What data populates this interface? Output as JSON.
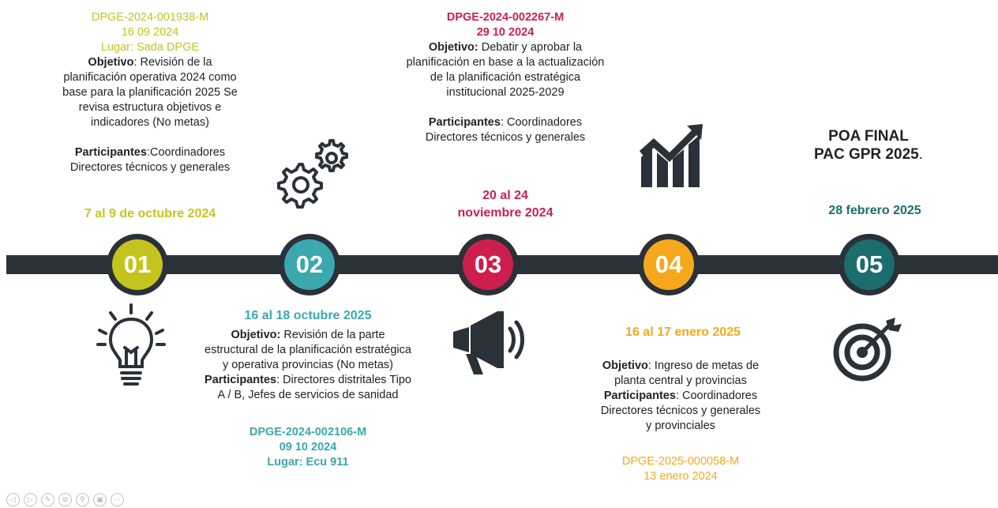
{
  "colors": {
    "lime": "#c5c41e",
    "teal": "#3aa8ad",
    "crimson": "#cc1f4e",
    "amber": "#f5a81c",
    "darkteal": "#1b6d6e",
    "bar": "#2b3138"
  },
  "s1": {
    "memo": "DPGE-2024-001938-M",
    "date": "16 09 2024",
    "place": "Lugar: Sada DPGE",
    "obj_label": "Objetivo",
    "obj_lines": [
      ": Revisión  de la",
      "planificación operativa 2024  como",
      "base para la planificación 2025 Se",
      "revisa estructura objetivos e",
      "indicadores (No  metas)"
    ],
    "part_label": "Participantes",
    "part_lines": [
      ":Coordinadores",
      "Directores técnicos y generales"
    ],
    "range": "7 al 9 de octubre 2024",
    "num": "01"
  },
  "s2": {
    "range": "16 al 18 octubre 2025",
    "obj_label": "Objetivo:",
    "obj_lines": [
      " Revisión de la parte",
      "estructural de la planificación estratégica",
      "y operativa provincias (No  metas)"
    ],
    "part_label": "Participantes",
    "part_lines": [
      ": Directores distritales Tipo",
      "A / B, Jefes de servicios de sanidad"
    ],
    "memo": "DPGE-2024-002106-M",
    "date": "09 10 2024",
    "place": "Lugar: Ecu 911",
    "num": "02"
  },
  "s3": {
    "memo": "DPGE-2024-002267-M",
    "date": "29 10 2024",
    "obj_label": "Objetivo:",
    "obj_lines": [
      " Debatir y aprobar la",
      "planificación en base a la actualización",
      "de la planificación estratégica",
      "institucional 2025-2029"
    ],
    "part_label": "Participantes",
    "part_lines": [
      ": Coordinadores",
      "Directores técnicos y generales"
    ],
    "range_lines": [
      "20 al 24",
      "noviembre 2024"
    ],
    "num": "03"
  },
  "s4": {
    "range": "16 al 17 enero 2025",
    "obj_label": "Objetivo",
    "obj_lines": [
      ": Ingreso de metas de",
      "planta central y provincias"
    ],
    "part_label": "Participantes",
    "part_lines": [
      ": Coordinadores",
      "Directores técnicos y generales",
      "y provinciales"
    ],
    "memo": "DPGE-2025-000058-M",
    "date": "13 enero 2024",
    "num": "04"
  },
  "s5": {
    "title1": "POA FINAL",
    "title2": "PAC GPR 2025",
    "title2_suffix": ".",
    "date": "28 febrero 2025",
    "num": "05"
  },
  "controls": {
    "prev": "◁",
    "next": "▷",
    "pen": "✎",
    "copy": "⧉",
    "zoom": "⚲",
    "screen": "▣",
    "more": "···"
  }
}
